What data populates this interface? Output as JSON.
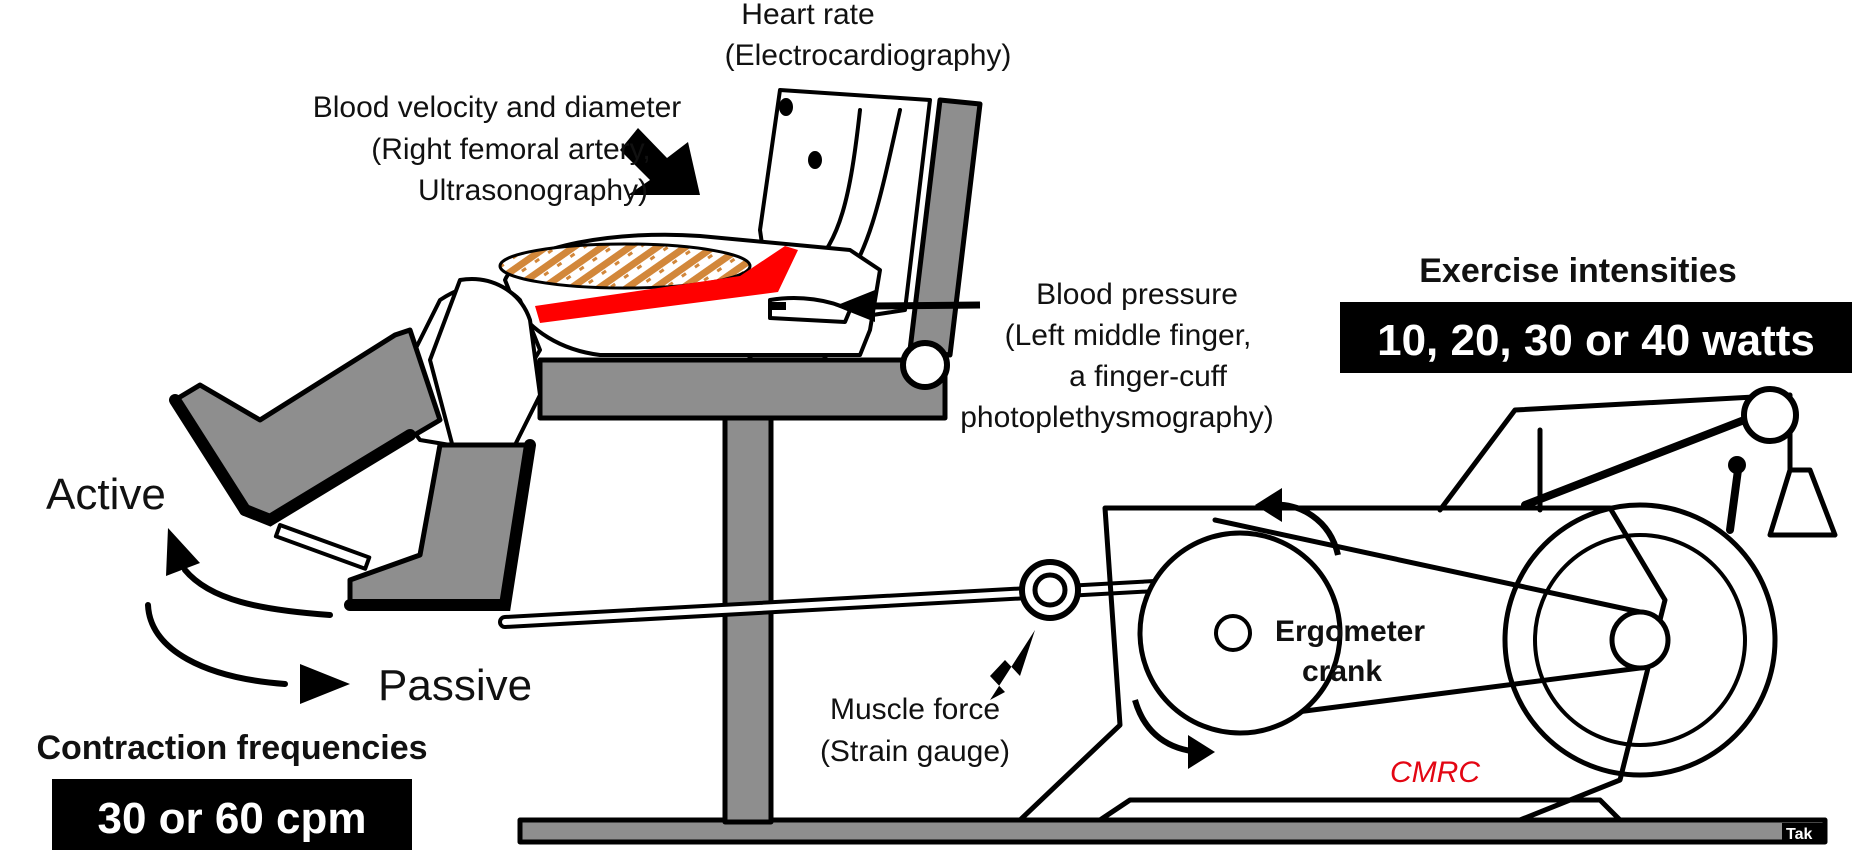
{
  "labels": {
    "heart_rate_title": "Heart rate",
    "heart_rate_method": "(Electrocardiography)",
    "blood_velocity_title": "Blood velocity and diameter",
    "blood_velocity_site": "(Right femoral artery,",
    "blood_velocity_method": "Ultrasonography)",
    "blood_pressure_title": "Blood pressure",
    "blood_pressure_site": "(Left middle finger,",
    "blood_pressure_method_1": "a finger-cuff",
    "blood_pressure_method_2": "photoplethysmography)",
    "muscle_force_title": "Muscle force",
    "muscle_force_method": "(Strain gauge)",
    "active": "Active",
    "passive": "Passive",
    "crank_line1": "Ergometer",
    "crank_line2": "crank",
    "logo": "CMRC",
    "tag": "Tak"
  },
  "headings": {
    "exercise_intensities": "Exercise intensities",
    "contraction_frequencies": "Contraction frequencies"
  },
  "badges": {
    "intensity_values": "10, 20, 30 or 40 watts",
    "frequency_values": "30 or 60 cpm"
  },
  "colors": {
    "metal_gray": "#8e8e8e",
    "artery_red": "#ff0000",
    "muscle_orange": "#d2873a",
    "badge_black": "#000000",
    "logo_red": "#e30613"
  }
}
